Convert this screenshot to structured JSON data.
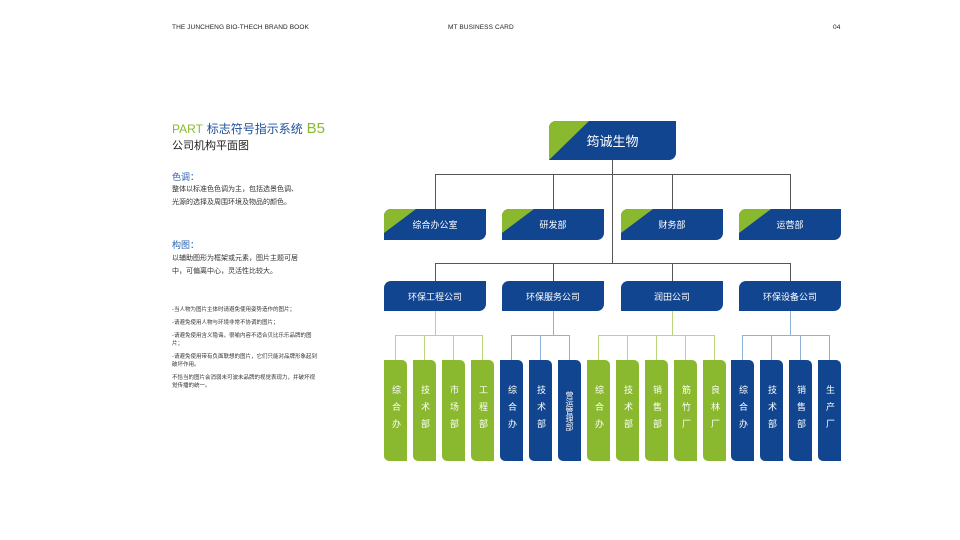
{
  "header": {
    "left": "THE JUNCHENG BIO-THECH BRAND BOOK",
    "center": "MT BUSINESS CARD",
    "page": "04"
  },
  "title": {
    "part": "PART",
    "cn": "标志符号指示系统",
    "code": "B5",
    "subtitle": "公司机构平面图"
  },
  "section1": {
    "heading": "色调：",
    "line1": "整体以标准色色调为主，包括选景色调、",
    "line2": "光源的选择及周围环境及物品的颜色。"
  },
  "section2": {
    "heading": "构图：",
    "line1": "以辅助图形为框架或元素，图片主题可居",
    "line2": "中，可偏离中心，灵活性比较大。"
  },
  "notes": [
    "-当人物为图片主体时请避免使用姿势造作的图片；",
    "-请避免使用人物与环境非常不协调的图片；",
    "-请避免使用含义隐诲，很喻内容不适合贝比乐乐品牌的图片；",
    "-请避免使用带有负面联想的图片，它们只能对品牌形象起到破坏作用。",
    "不恰当的图片会消弱未可波未品牌的视觉表现力，并破坏视觉传播的统一。"
  ],
  "colors": {
    "blue": "#12458f",
    "green": "#8ab92f",
    "light_green": "#b9d77a",
    "light_blue": "#8fb0d8"
  },
  "org": {
    "root": "筠诚生物",
    "level1": [
      "综合办公室",
      "研发部",
      "财务部",
      "运营部"
    ],
    "level2": [
      "环保工程公司",
      "环保服务公司",
      "润田公司",
      "环保设备公司"
    ],
    "level3": [
      {
        "color": "green",
        "items": [
          "综合办",
          "技术部",
          "市场部",
          "工程部"
        ]
      },
      {
        "color": "blue",
        "items": [
          "综合办",
          "技术部",
          "营运管理部"
        ]
      },
      {
        "color": "green",
        "items": [
          "综合办",
          "技术部",
          "销售部",
          "筋竹厂",
          "良林厂"
        ]
      },
      {
        "color": "blue",
        "items": [
          "综合办",
          "技术部",
          "销售部",
          "生产厂"
        ]
      }
    ]
  }
}
